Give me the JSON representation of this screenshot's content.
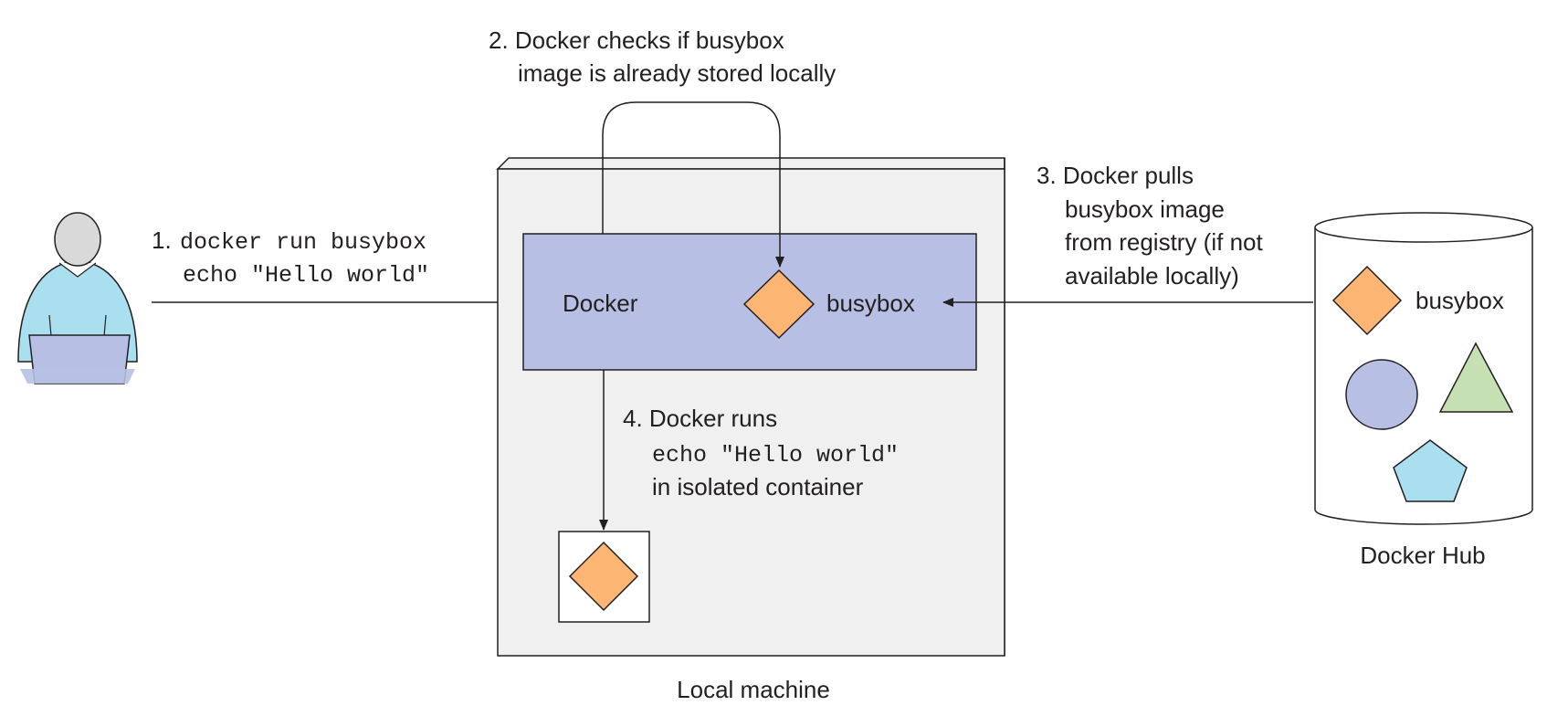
{
  "colors": {
    "person_head": "#d9d9d9",
    "person_body": "#aadff0",
    "laptop": "#b7c0e4",
    "machine_fill": "#f0f0f0",
    "docker_box": "#b7c0e4",
    "image_diamond": "#fdb574",
    "circle": "#b7c0e4",
    "triangle": "#c5e0b3",
    "pentagon": "#aadff0",
    "stroke": "#231f20"
  },
  "icons": {
    "user": "user-at-laptop-icon",
    "busybox_image": "orange-diamond-icon",
    "other_images": [
      "circle-icon",
      "triangle-icon",
      "pentagon-icon"
    ],
    "registry": "cylinder-icon"
  },
  "step1": {
    "number": "1.",
    "command_line1": "docker run busybox",
    "command_line2": "echo \"Hello world\""
  },
  "step2": {
    "line1": "2. Docker checks if busybox",
    "line2": "image is already stored locally"
  },
  "step3": {
    "line1": "3. Docker pulls",
    "line2": "busybox image",
    "line3": "from registry (if not",
    "line4": "available locally)"
  },
  "step4": {
    "line1": "4. Docker runs",
    "command": "echo \"Hello world\"",
    "line3": "in isolated container"
  },
  "docker_label": "Docker",
  "local_image_label": "busybox",
  "hub_image_label": "busybox",
  "local_machine_label": "Local machine",
  "docker_hub_label": "Docker Hub"
}
